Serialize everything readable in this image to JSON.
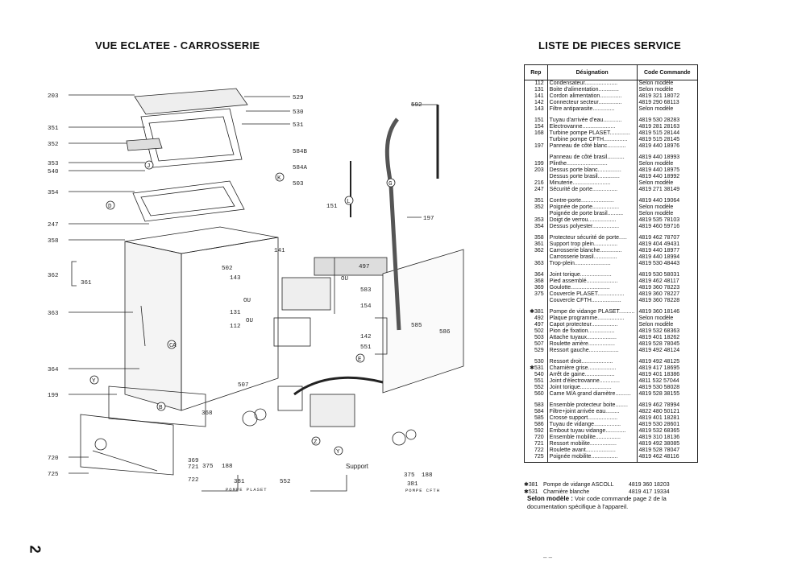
{
  "titles": {
    "left": "VUE ECLATEE - CARROSSERIE",
    "right": "LISTE DE PIECES SERVICE",
    "page": "2"
  },
  "diagram": {
    "callouts_left": [
      "203",
      "351",
      "352",
      "353",
      "540",
      "354",
      "247",
      "358",
      "362",
      "361",
      "363",
      "364",
      "199",
      "720",
      "725"
    ],
    "callouts_top": [
      "529",
      "530",
      "531",
      "584B",
      "584A",
      "503",
      "151",
      "141",
      "497",
      "502",
      "143",
      "131",
      "112",
      "583",
      "154",
      "142",
      "551",
      "585",
      "586",
      "592",
      "197",
      "507",
      "368",
      "369",
      "721",
      "722",
      "375",
      "188",
      "381",
      "552"
    ],
    "circles": [
      "K",
      "L",
      "J",
      "D",
      "C",
      "G",
      "B",
      "E",
      "A",
      "Y",
      "Z"
    ],
    "caption_left": "POMPE PLASET",
    "caption_right": "POMPE CFTH",
    "support_label": "Support",
    "ou_label": "OU"
  },
  "table": {
    "headers": {
      "rep": "Rep",
      "designation": "Désignation",
      "code": "Code Commande"
    },
    "groups": [
      [
        {
          "rep": "112",
          "des": "Condensateur.....................",
          "code": "Selon modèle"
        },
        {
          "rep": "131",
          "des": "Boite d'alimentation.............",
          "code": "Selon modèle"
        },
        {
          "rep": "141",
          "des": "Cordon alimentation..............",
          "code": "4819 321 18072"
        },
        {
          "rep": "142",
          "des": "Connecteur secteur...............",
          "code": "4819 290 68113"
        },
        {
          "rep": "143",
          "des": "Filtre antiparasite..............",
          "code": "Selon modèle"
        }
      ],
      [
        {
          "rep": "151",
          "des": "Tuyau d'arrivée d'eau............",
          "code": "4819 530 28283"
        },
        {
          "rep": "154",
          "des": "Electrovanne.....................",
          "code": "4819 281 28163"
        },
        {
          "rep": "168",
          "des": "Turbine pompe PLASET.............",
          "code": "4819 515 28144"
        },
        {
          "rep": "",
          "des": "Turbine pompe CFTH...............",
          "code": "4819 515 28145"
        },
        {
          "rep": "197",
          "des": "Panneau de côté blanc............",
          "code": "4819 440 18976"
        }
      ],
      [
        {
          "rep": "",
          "des": "Panneau de côté brasil...........",
          "code": "4819 440 18993"
        },
        {
          "rep": "199",
          "des": "Plinthe..........................",
          "code": "Selon modèle"
        },
        {
          "rep": "203",
          "des": "Dessus porte blanc...............",
          "code": "4819 440 18975"
        },
        {
          "rep": "",
          "des": "Dessus porte brasil..............",
          "code": "4819 440 18992"
        },
        {
          "rep": "216",
          "des": "Minuterie........................",
          "code": "Selon modèle"
        },
        {
          "rep": "247",
          "des": "Sécurité de porte................",
          "code": "4819 271 38149"
        }
      ],
      [
        {
          "rep": "351",
          "des": "Contre-porte.....................",
          "code": "4819 440 19064"
        },
        {
          "rep": "352",
          "des": "Poignée de porte.................",
          "code": "Selon modèle"
        },
        {
          "rep": "",
          "des": "Poignée de porte brasil..........",
          "code": "Selon modèle"
        },
        {
          "rep": "353",
          "des": "Doigt de verrou..................",
          "code": "4819 535 78103"
        },
        {
          "rep": "354",
          "des": "Dessus polyester.................",
          "code": "4819 460 59716"
        }
      ],
      [
        {
          "rep": "358",
          "des": "Protecteur sécurité de porte.....",
          "code": "4819 462 78707"
        },
        {
          "rep": "361",
          "des": "Support trop plein...............",
          "code": "4819 404 49431"
        },
        {
          "rep": "362",
          "des": "Carrosserie blanche..............",
          "code": "4819 440 18977"
        },
        {
          "rep": "",
          "des": "Carrosserie brasil...............",
          "code": "4819 440 18994"
        },
        {
          "rep": "363",
          "des": "Trop-plein.......................",
          "code": "4819 530 48443"
        }
      ],
      [
        {
          "rep": "364",
          "des": "Joint torique....................",
          "code": "4819 530 58031"
        },
        {
          "rep": "368",
          "des": "Pied assemblé....................",
          "code": "4819 462 48117"
        },
        {
          "rep": "369",
          "des": "Goulotte.........................",
          "code": "4819 360 78223"
        },
        {
          "rep": "375",
          "des": "Couvercle PLASET.................",
          "code": "4819 360 78227"
        },
        {
          "rep": "",
          "des": "Couvercle CFTH...................",
          "code": "4819 360 78228"
        }
      ],
      [
        {
          "rep": "✱381",
          "des": "Pompe de vidange PLASET..........",
          "code": "4819 360 18146"
        },
        {
          "rep": "492",
          "des": "Plaque programme.................",
          "code": "Selon modèle"
        },
        {
          "rep": "497",
          "des": "Capot protecteur.................",
          "code": "Selon modèle"
        },
        {
          "rep": "502",
          "des": "Pion de fixation.................",
          "code": "4819 532 68363"
        },
        {
          "rep": "503",
          "des": "Attache tuyaux...................",
          "code": "4819 401 18262"
        },
        {
          "rep": "507",
          "des": "Roulette arrière.................",
          "code": "4819 528 78045"
        },
        {
          "rep": "529",
          "des": "Ressort gauche...................",
          "code": "4819 492 48124"
        }
      ],
      [
        {
          "rep": "530",
          "des": "Ressort droit....................",
          "code": "4819 492 48125"
        },
        {
          "rep": "✱531",
          "des": "Charnière grise..................",
          "code": "4819 417 18695"
        },
        {
          "rep": "540",
          "des": "Arrêt de gaine...................",
          "code": "4819 401 18386"
        },
        {
          "rep": "551",
          "des": "Joint d'électrovanne.............",
          "code": "4811 532 57044"
        },
        {
          "rep": "552",
          "des": "Joint torique....................",
          "code": "4819 530 58028"
        },
        {
          "rep": "560",
          "des": "Came M/A grand diamètre..........",
          "code": "4819 528 38155"
        }
      ],
      [
        {
          "rep": "583",
          "des": "Ensemble protecteur boite........",
          "code": "4819 462 78994"
        },
        {
          "rep": "584",
          "des": "Filtre+joint arrivée eau.........",
          "code": "4822 480 50121"
        },
        {
          "rep": "585",
          "des": "Crosse support...................",
          "code": "4819 401 18281"
        },
        {
          "rep": "586",
          "des": "Tuyau de vidange.................",
          "code": "4819 530 28601"
        },
        {
          "rep": "592",
          "des": "Embout tuyau vidange.............",
          "code": "4819 532 68365"
        },
        {
          "rep": "720",
          "des": "Ensemble mobilite................",
          "code": "4819 310 18136"
        },
        {
          "rep": "721",
          "des": "Ressort mobilite.................",
          "code": "4819 492 38085"
        },
        {
          "rep": "722",
          "des": "Roulette avant...................",
          "code": "4819 528 78047"
        },
        {
          "rep": "725",
          "des": "Poignée mobilite.................",
          "code": "4819 462 48116"
        }
      ]
    ],
    "extra": [
      {
        "rep": "✱381",
        "des": "Pompe de vidange ASCOLL",
        "code": "4819 360 18203"
      },
      {
        "rep": "✱531",
        "des": "Charnière blanche",
        "code": "4819 417 19334"
      }
    ],
    "note_label": "Selon modèle :",
    "note_text": "Voir code commande page 2 de la documentation spécifique à l'appareil.",
    "footer": "– –"
  }
}
